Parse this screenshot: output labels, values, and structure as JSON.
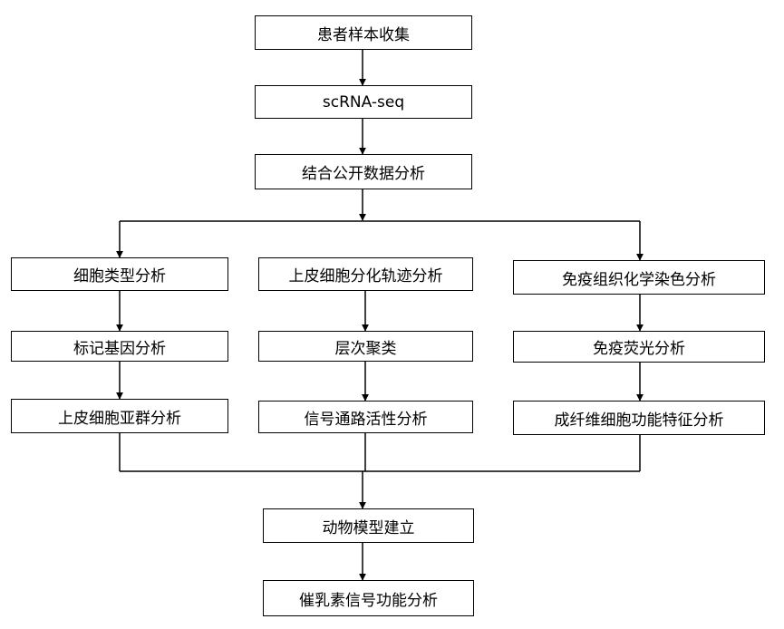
{
  "nodes": {
    "collect": "患者样本收集",
    "scrna": "scRNA-seq",
    "public_data": "结合公开数据分析",
    "branch_left": [
      "细胞类型分析",
      "标记基因分析",
      "上皮细胞亚群分析"
    ],
    "branch_middle": [
      "上皮细胞分化轨迹分析",
      "层次聚类",
      "信号通路活性分析"
    ],
    "branch_right": [
      "免疫组织化学染色分析",
      "免疫荧光分析",
      "成纤维细胞功能特征分析"
    ],
    "animal_model": "动物模型建立",
    "prolactin": "催乳素信号功能分析"
  }
}
